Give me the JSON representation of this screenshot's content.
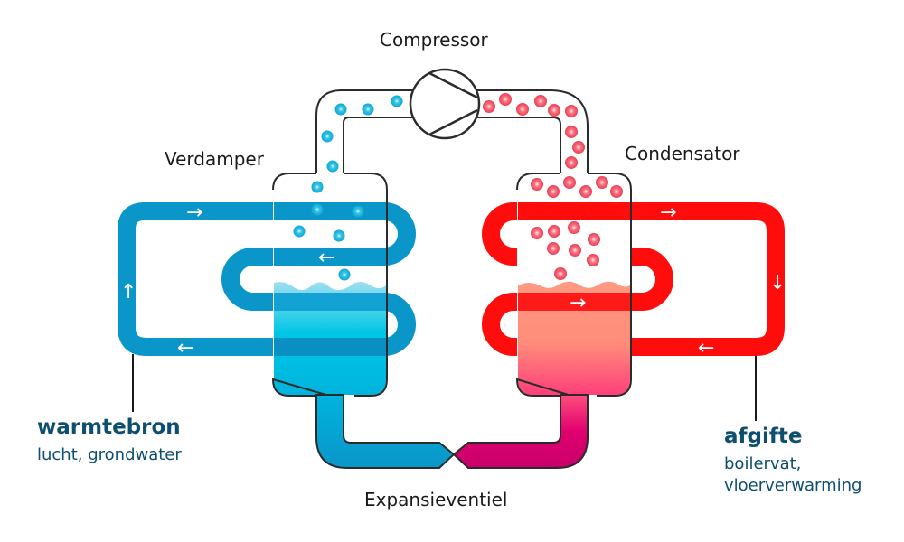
{
  "labels": {
    "compressor": "Compressor",
    "evaporator": "Verdamper",
    "condenser": "Condensator",
    "expansion_valve": "Expansieventiel"
  },
  "source": {
    "title": "warmtebron",
    "subtitle": "lucht, grondwater"
  },
  "output": {
    "title": "afgifte",
    "subtitle_line1": "boilervat,",
    "subtitle_line2": "vloerverwarming"
  },
  "colors": {
    "cold_loop": "#0a96c8",
    "hot_loop": "#ff0d0d",
    "cold_particle": "#1ab4dd",
    "hot_particle": "#f05060",
    "cold_liquid": "#00c2e4",
    "hot_liquid": "#ff927c",
    "valve_hot": "#d0006f",
    "label_text": "#0e4e6e"
  },
  "arrows": {
    "cold_top": "→",
    "cold_middle": "←",
    "cold_bottom": "←",
    "cold_left": "↑",
    "hot_top": "→",
    "hot_middle": "→",
    "hot_bottom": "←",
    "hot_right": "↓"
  }
}
